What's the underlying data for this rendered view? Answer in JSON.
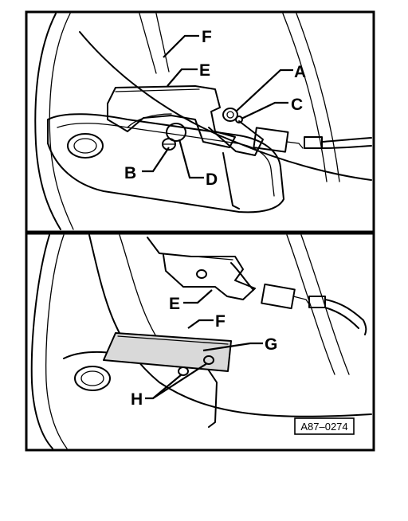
{
  "reference_code": "A87–0274",
  "panels": [
    {
      "id": "top",
      "labels": {
        "A": "A",
        "B": "B",
        "C": "C",
        "D": "D",
        "E": "E",
        "F": "F"
      }
    },
    {
      "id": "bottom",
      "labels": {
        "E": "E",
        "F": "F",
        "G": "G",
        "H": "H"
      }
    }
  ]
}
